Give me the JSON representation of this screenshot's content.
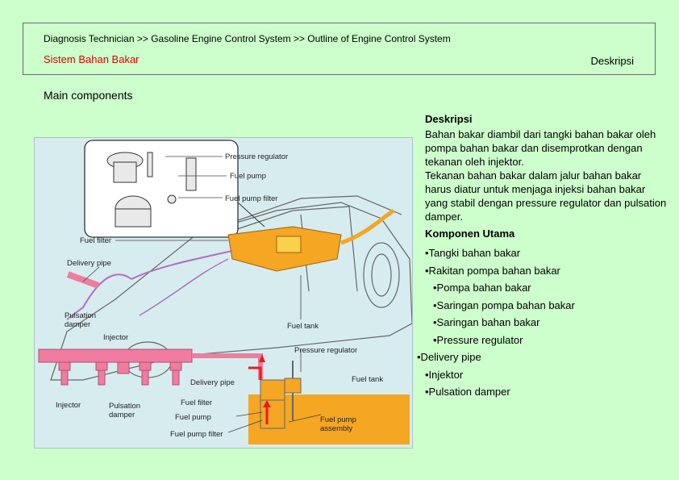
{
  "header": {
    "breadcrumb": "Diagnosis Technician >> Gasoline Engine Control System >> Outline of Engine Control System",
    "section_title": "Sistem Bahan Bakar",
    "right_label": "Deskripsi"
  },
  "main_title": "Main components",
  "figure": {
    "labels": {
      "pressure_regulator_top": "Pressure regulator",
      "fuel_pump_top": "Fuel pump",
      "fuel_pump_filter_top": "Fuel pump filter",
      "fuel_filter_top": "Fuel filter",
      "delivery_pipe_top": "Delivery pipe",
      "pulsation_damper_top": "Pulsation damper",
      "injector_top": "Injector",
      "fuel_tank_top": "Fuel tank",
      "pressure_regulator_bottom": "Pressure regulator",
      "fuel_tank_bottom": "Fuel tank",
      "delivery_pipe_bottom": "Delivery pipe",
      "injector_bottom": "Injector",
      "pulsation_damper_bottom": "Pulsation damper",
      "fuel_filter_bottom": "Fuel filter",
      "fuel_pump_bottom": "Fuel pump",
      "fuel_pump_filter_bottom": "Fuel pump filter",
      "fuel_pump_assembly": "Fuel pump assembly"
    },
    "colors": {
      "fuel": "#f5a623",
      "pipe": "#f07ca0",
      "line": "#b06fc0",
      "arrow": "#e02020"
    }
  },
  "description": {
    "title": "Deskripsi",
    "paragraphs": [
      "Bahan bakar diambil dari tangki bahan bakar oleh pompa bahan bakar dan disemprotkan dengan tekanan oleh injektor.",
      "Tekanan bahan bakar dalam jalur bahan bakar harus diatur untuk menjaga injeksi bahan bakar yang stabil dengan pressure regulator dan pulsation damper."
    ]
  },
  "components": {
    "title": "Komponen Utama",
    "items": [
      {
        "text": "•Tangki bahan bakar",
        "level": 0
      },
      {
        "text": "•Rakitan pompa bahan bakar",
        "level": 0
      },
      {
        "text": "•Pompa bahan bakar",
        "level": 1
      },
      {
        "text": "•Saringan pompa bahan bakar",
        "level": 1
      },
      {
        "text": "•Saringan bahan bakar",
        "level": 1
      },
      {
        "text": "•Pressure regulator",
        "level": 1
      },
      {
        "text": "•Delivery pipe",
        "level": 0
      },
      {
        "text": "•Injektor",
        "level": 0
      },
      {
        "text": "•Pulsation damper",
        "level": 0
      }
    ]
  }
}
